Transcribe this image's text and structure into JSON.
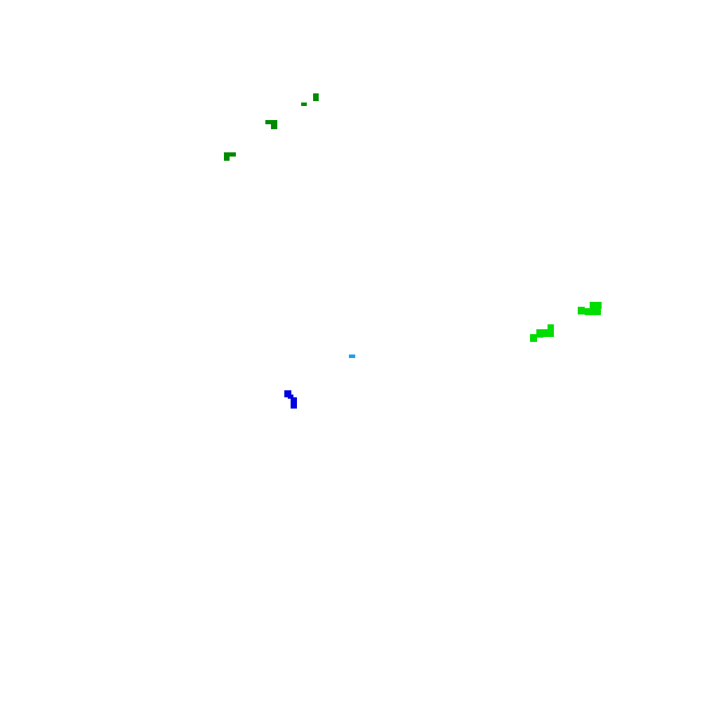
{
  "colors": {
    "background": "#ffffff",
    "dark_green": "#008a00",
    "bright_green": "#00dd00",
    "blue": "#0000e0",
    "cyan": "#1ea0e8"
  },
  "entities": [
    {
      "name": "dark-green-blob-1",
      "color": "dark_green"
    },
    {
      "name": "dark-green-blob-2",
      "color": "dark_green"
    },
    {
      "name": "dark-green-blob-3",
      "color": "dark_green"
    },
    {
      "name": "dark-green-blob-4",
      "color": "dark_green"
    },
    {
      "name": "bright-green-blob-1",
      "color": "bright_green"
    },
    {
      "name": "bright-green-blob-2",
      "color": "bright_green"
    },
    {
      "name": "cyan-dot",
      "color": "cyan"
    },
    {
      "name": "blue-agent",
      "color": "blue"
    }
  ]
}
